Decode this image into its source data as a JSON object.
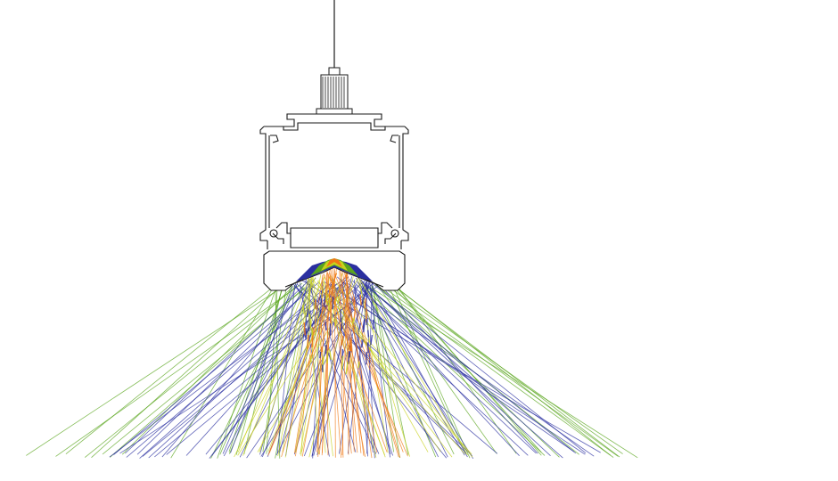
{
  "diagram": {
    "subject": "linear-luminaire-cross-section-ray-trace",
    "background": "#ffffff",
    "outline_color": "#1a1a1a",
    "ray_colors": {
      "green": "#5aa51e",
      "blue": "#2a2fa0",
      "yellow": "#c8d21e",
      "orange": "#f07814"
    },
    "ray_groups": [
      {
        "name": "outer-green-rays",
        "color_key": "green",
        "count": 40
      },
      {
        "name": "blue-rays",
        "color_key": "blue",
        "count": 70
      },
      {
        "name": "yellow-rays",
        "color_key": "yellow",
        "count": 30
      },
      {
        "name": "orange-rays",
        "color_key": "orange",
        "count": 30
      }
    ]
  }
}
